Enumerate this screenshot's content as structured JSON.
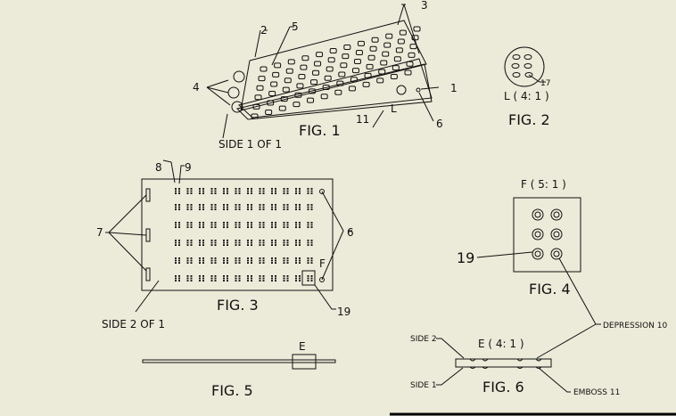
{
  "fig1": {
    "title": "FIG. 1",
    "side": "SIDE 1 OF 1",
    "refs": [
      "1",
      "2",
      "3",
      "4",
      "5",
      "6",
      "11",
      "L"
    ]
  },
  "fig2": {
    "title": "FIG. 2",
    "scale": "L ( 4: 1 )",
    "ref": "17"
  },
  "fig3": {
    "title": "FIG. 3",
    "side": "SIDE 2 OF 1",
    "refs": [
      "6",
      "7",
      "8",
      "9",
      "19",
      "F"
    ]
  },
  "fig4": {
    "title": "FIG. 4",
    "scale": "F ( 5: 1 )",
    "ref": "19"
  },
  "fig5": {
    "title": "FIG. 5",
    "ref": "E"
  },
  "fig6": {
    "title": "FIG. 6",
    "scale": "E ( 4: 1 )",
    "side2": "SIDE 2",
    "side1": "SIDE 1",
    "depression": "DEPRESSION 10",
    "emboss": "EMBOSS 11"
  }
}
